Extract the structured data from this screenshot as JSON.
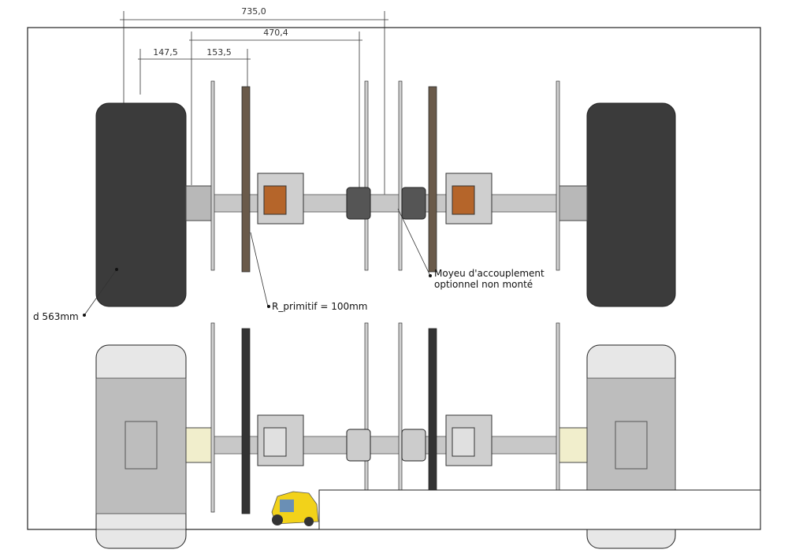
{
  "dimensions": {
    "overall": "735,0",
    "inner": "470,4",
    "left_offset": "147,5",
    "sprocket_offset": "153,5"
  },
  "annotations": {
    "wheel_diameter": "d 563mm",
    "pitch_radius": "R_primitif = 100mm",
    "coupling_line1": "Moyeu d'accouplement",
    "coupling_line2": "optionnel non monté"
  },
  "colors": {
    "tire_dark": "#3b3b3b",
    "tire_transparent": "#d4d4d4",
    "shaft": "#c8c8c8",
    "bearing_copper": "#b5652a",
    "line": "#222222"
  }
}
